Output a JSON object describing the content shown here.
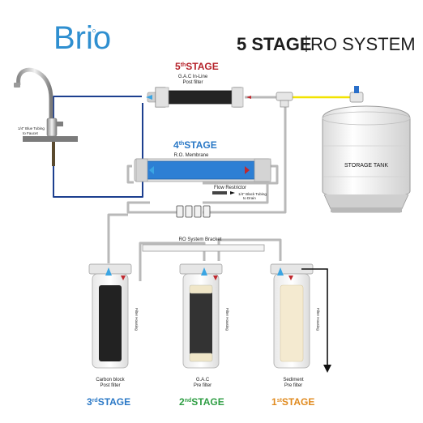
{
  "brand": {
    "logo": "Brio",
    "logo_color": "#2f8fd0"
  },
  "title": {
    "bold": "5 STAGE",
    "regular": "RO SYSTEM"
  },
  "stages": {
    "s5": {
      "num": "5",
      "sup": "th",
      "word": "STAGE",
      "color": "#b5222a",
      "desc1": "G.A.C In-Line",
      "desc2": "Post filter"
    },
    "s4": {
      "num": "4",
      "sup": "th",
      "word": "STAGE",
      "color": "#2a78c6",
      "desc1": "R.O. Membrane"
    },
    "s3": {
      "num": "3",
      "sup": "rd",
      "word": "STAGE",
      "color": "#2a78c6",
      "desc1": "Carbon block",
      "desc2": "Post filter"
    },
    "s2": {
      "num": "2",
      "sup": "nd",
      "word": "STAGE",
      "color": "#2f9e44",
      "desc1": "G.A.C",
      "desc2": "Pre filter"
    },
    "s1": {
      "num": "1",
      "sup": "st",
      "word": "STAGE",
      "color": "#e08a1e",
      "desc1": "Sediment",
      "desc2": "Pre filter"
    }
  },
  "labels": {
    "faucet_line1": "1/4\" Blue Tubing",
    "faucet_line2": "to Faucet",
    "storage_tank": "STORAGE TANK",
    "flow_restrictor": "Flow Restrictor",
    "drain_line1": "1/4\" Black Tubing",
    "drain_line2": "to Drain",
    "bracket": "RO System Bracket",
    "housing": "Filter Housing"
  },
  "colors": {
    "blue_tube": "#1c3f8f",
    "yellow_tube": "#f2e300",
    "red_arrow": "#c0282e",
    "blue_arrow": "#3aa5e3",
    "membrane": "#2d7fd4",
    "carbon": "#222222",
    "sediment": "#f4ead0"
  }
}
